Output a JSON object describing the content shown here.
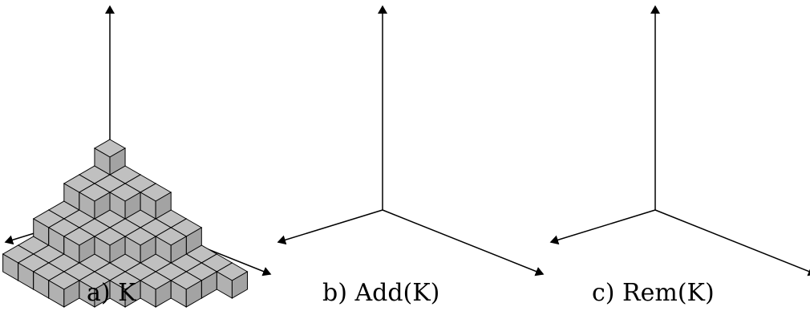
{
  "panels": [
    {
      "caption": "a) K",
      "fill": "#c0c0c0",
      "cubes": [
        {
          "x": 0,
          "y": 6,
          "z": 0
        },
        {
          "x": 1,
          "y": 6,
          "z": 0
        },
        {
          "x": 2,
          "y": 6,
          "z": 0
        },
        {
          "x": 3,
          "y": 6,
          "z": 0
        },
        {
          "x": 0,
          "y": 5,
          "z": 0
        },
        {
          "x": 1,
          "y": 5,
          "z": 0
        },
        {
          "x": 2,
          "y": 5,
          "z": 0
        },
        {
          "x": 3,
          "y": 5,
          "z": 0
        },
        {
          "x": 4,
          "y": 5,
          "z": 0
        },
        {
          "x": 0,
          "y": 4,
          "z": 0
        },
        {
          "x": 1,
          "y": 4,
          "z": 0
        },
        {
          "x": 2,
          "y": 4,
          "z": 0
        },
        {
          "x": 3,
          "y": 4,
          "z": 0
        },
        {
          "x": 4,
          "y": 4,
          "z": 0
        },
        {
          "x": 5,
          "y": 4,
          "z": 0
        },
        {
          "x": 0,
          "y": 3,
          "z": 0
        },
        {
          "x": 1,
          "y": 3,
          "z": 0
        },
        {
          "x": 2,
          "y": 3,
          "z": 0
        },
        {
          "x": 3,
          "y": 3,
          "z": 0
        },
        {
          "x": 4,
          "y": 3,
          "z": 0
        },
        {
          "x": 5,
          "y": 3,
          "z": 0
        },
        {
          "x": 6,
          "y": 3,
          "z": 0
        },
        {
          "x": 0,
          "y": 2,
          "z": 0
        },
        {
          "x": 1,
          "y": 2,
          "z": 0
        },
        {
          "x": 2,
          "y": 2,
          "z": 0
        },
        {
          "x": 3,
          "y": 2,
          "z": 0
        },
        {
          "x": 4,
          "y": 2,
          "z": 0
        },
        {
          "x": 5,
          "y": 2,
          "z": 0
        },
        {
          "x": 6,
          "y": 2,
          "z": 0
        },
        {
          "x": 7,
          "y": 2,
          "z": 0
        },
        {
          "x": 0,
          "y": 1,
          "z": 0
        },
        {
          "x": 1,
          "y": 1,
          "z": 0
        },
        {
          "x": 2,
          "y": 1,
          "z": 0
        },
        {
          "x": 3,
          "y": 1,
          "z": 0
        },
        {
          "x": 4,
          "y": 1,
          "z": 0
        },
        {
          "x": 5,
          "y": 1,
          "z": 0
        },
        {
          "x": 6,
          "y": 1,
          "z": 0
        },
        {
          "x": 7,
          "y": 1,
          "z": 0
        },
        {
          "x": 0,
          "y": 0,
          "z": 0
        },
        {
          "x": 1,
          "y": 0,
          "z": 0
        },
        {
          "x": 2,
          "y": 0,
          "z": 0
        },
        {
          "x": 3,
          "y": 0,
          "z": 0
        },
        {
          "x": 4,
          "y": 0,
          "z": 0
        },
        {
          "x": 5,
          "y": 0,
          "z": 0
        },
        {
          "x": 6,
          "y": 0,
          "z": 0
        },
        {
          "x": 7,
          "y": 0,
          "z": 0
        },
        {
          "x": 8,
          "y": 0,
          "z": 0
        },
        {
          "x": 0,
          "y": 4,
          "z": 1
        },
        {
          "x": 1,
          "y": 4,
          "z": 1
        },
        {
          "x": 2,
          "y": 4,
          "z": 1
        },
        {
          "x": 0,
          "y": 3,
          "z": 1
        },
        {
          "x": 1,
          "y": 3,
          "z": 1
        },
        {
          "x": 2,
          "y": 3,
          "z": 1
        },
        {
          "x": 3,
          "y": 3,
          "z": 1
        },
        {
          "x": 0,
          "y": 2,
          "z": 1
        },
        {
          "x": 1,
          "y": 2,
          "z": 1
        },
        {
          "x": 2,
          "y": 2,
          "z": 1
        },
        {
          "x": 3,
          "y": 2,
          "z": 1
        },
        {
          "x": 4,
          "y": 2,
          "z": 1
        },
        {
          "x": 0,
          "y": 1,
          "z": 1
        },
        {
          "x": 1,
          "y": 1,
          "z": 1
        },
        {
          "x": 2,
          "y": 1,
          "z": 1
        },
        {
          "x": 3,
          "y": 1,
          "z": 1
        },
        {
          "x": 4,
          "y": 1,
          "z": 1
        },
        {
          "x": 5,
          "y": 1,
          "z": 1
        },
        {
          "x": 0,
          "y": 0,
          "z": 1
        },
        {
          "x": 1,
          "y": 0,
          "z": 1
        },
        {
          "x": 2,
          "y": 0,
          "z": 1
        },
        {
          "x": 3,
          "y": 0,
          "z": 1
        },
        {
          "x": 4,
          "y": 0,
          "z": 1
        },
        {
          "x": 5,
          "y": 0,
          "z": 1
        },
        {
          "x": 0,
          "y": 2,
          "z": 2
        },
        {
          "x": 1,
          "y": 2,
          "z": 2
        },
        {
          "x": 0,
          "y": 1,
          "z": 2
        },
        {
          "x": 1,
          "y": 1,
          "z": 2
        },
        {
          "x": 2,
          "y": 1,
          "z": 2
        },
        {
          "x": 0,
          "y": 0,
          "z": 2
        },
        {
          "x": 1,
          "y": 0,
          "z": 2
        },
        {
          "x": 2,
          "y": 0,
          "z": 2
        },
        {
          "x": 3,
          "y": 0,
          "z": 2
        },
        {
          "x": 0,
          "y": 0,
          "z": 3
        }
      ]
    },
    {
      "caption": "b) Add(K)",
      "fill": "#f05050",
      "cubes": []
    },
    {
      "caption": "c) Rem(K)",
      "fill": "#6666f0",
      "cubes": []
    }
  ]
}
